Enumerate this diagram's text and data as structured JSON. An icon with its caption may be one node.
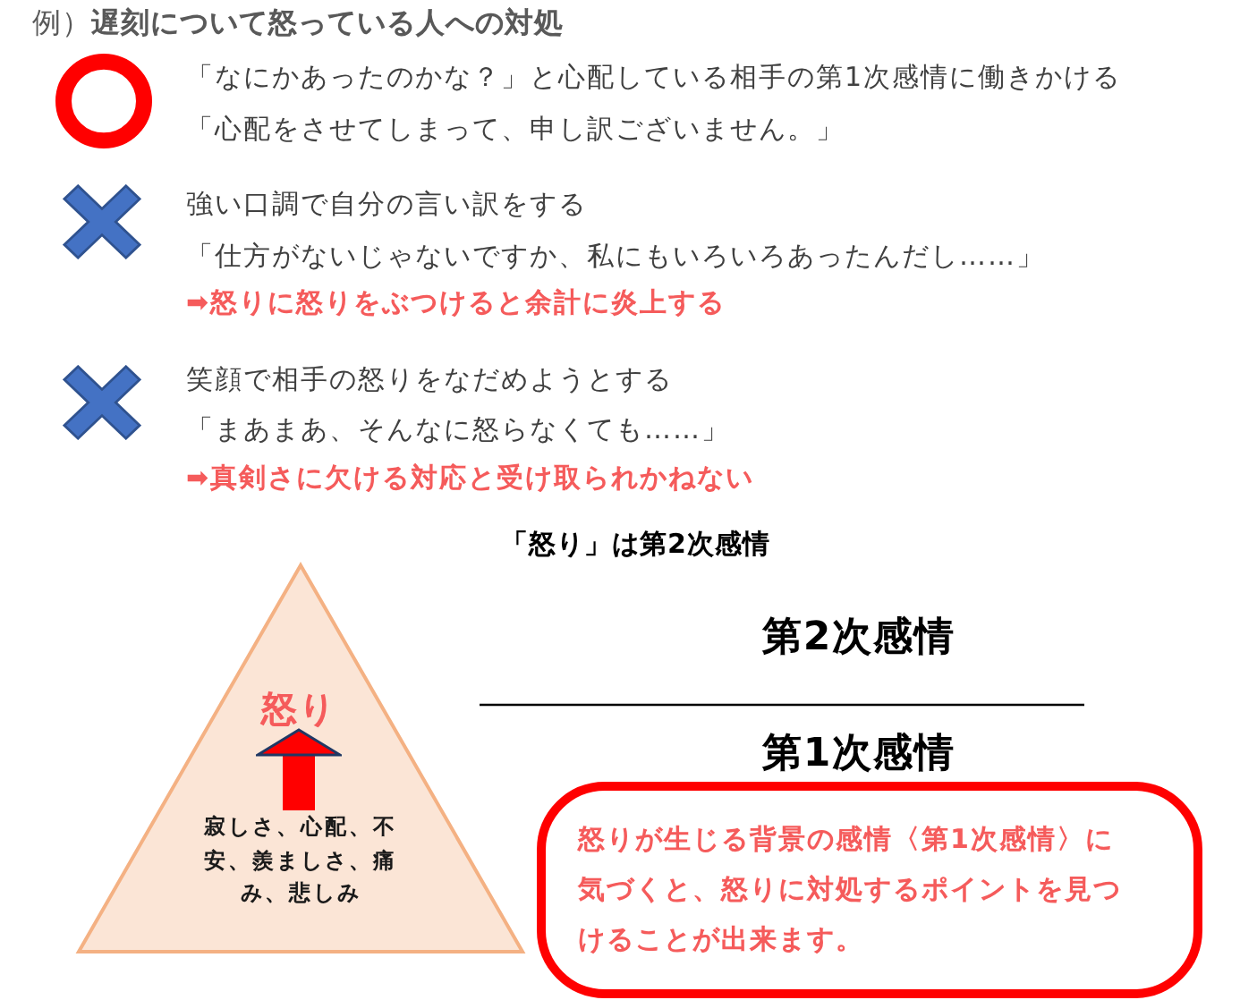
{
  "diagram": {
    "title": "例）**遅刻について怒っている人への対処**",
    "nodes": [
      {
        "text": [],
        "shape": "triangle"
      },
      {
        "text": [
          "怒り"
        ],
        "in": 0
      },
      {
        "text": [
          "寂しさ、心配、不安、羨ましさ、痛み、悲しみ"
        ],
        "in": 0
      },
      {
        "text": [
          "怒りが生じる背景の感情〈第1次感情〉に気づくと、怒りに対処するポイントを見つけることが出来ます。"
        ]
      }
    ],
    "edges": [
      {
        "from": 2,
        "to": 1,
        "arrow": "to"
      }
    ],
    "labels": [
      "「なにかあったのかな？」と心配している相手の第1次感情に働きかける",
      "「心配をさせてしまって、申し訳ございません。」",
      "強い口調で自分の言い訳をする",
      "「仕方がないじゃないですか、私にもいろいろあったんだし……」",
      "➡怒りに怒りをぶつけると余計に炎上する",
      "笑顔で相手の怒りをなだめようとする",
      "「まあまあ、そんなに怒らなくても……」",
      "➡真剣さに欠ける対応と受け取られかねない",
      "「怒り」は第2次感情",
      "第2次感情",
      "第1次感情"
    ]
  }
}
